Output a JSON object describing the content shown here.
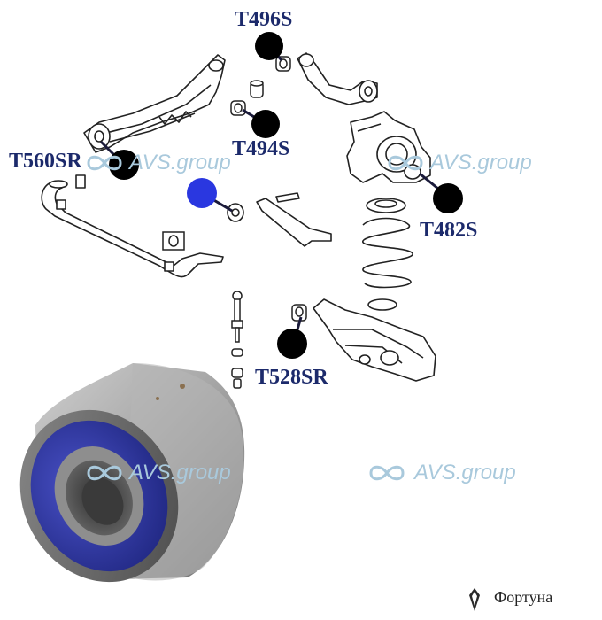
{
  "labels": {
    "t496s": "T496S",
    "t494s": "T494S",
    "t560sr": "T560SR",
    "t482s": "T482S",
    "t528sr": "T528SR"
  },
  "watermark": {
    "text": "AVS.group",
    "color": "#a9c9dc"
  },
  "brand": {
    "name": "Фортуна"
  },
  "colors": {
    "label_text": "#1c2a6b",
    "marker_black": "#000000",
    "marker_blue": "#2a37e0",
    "bushing_insert": "#2f37a8"
  }
}
